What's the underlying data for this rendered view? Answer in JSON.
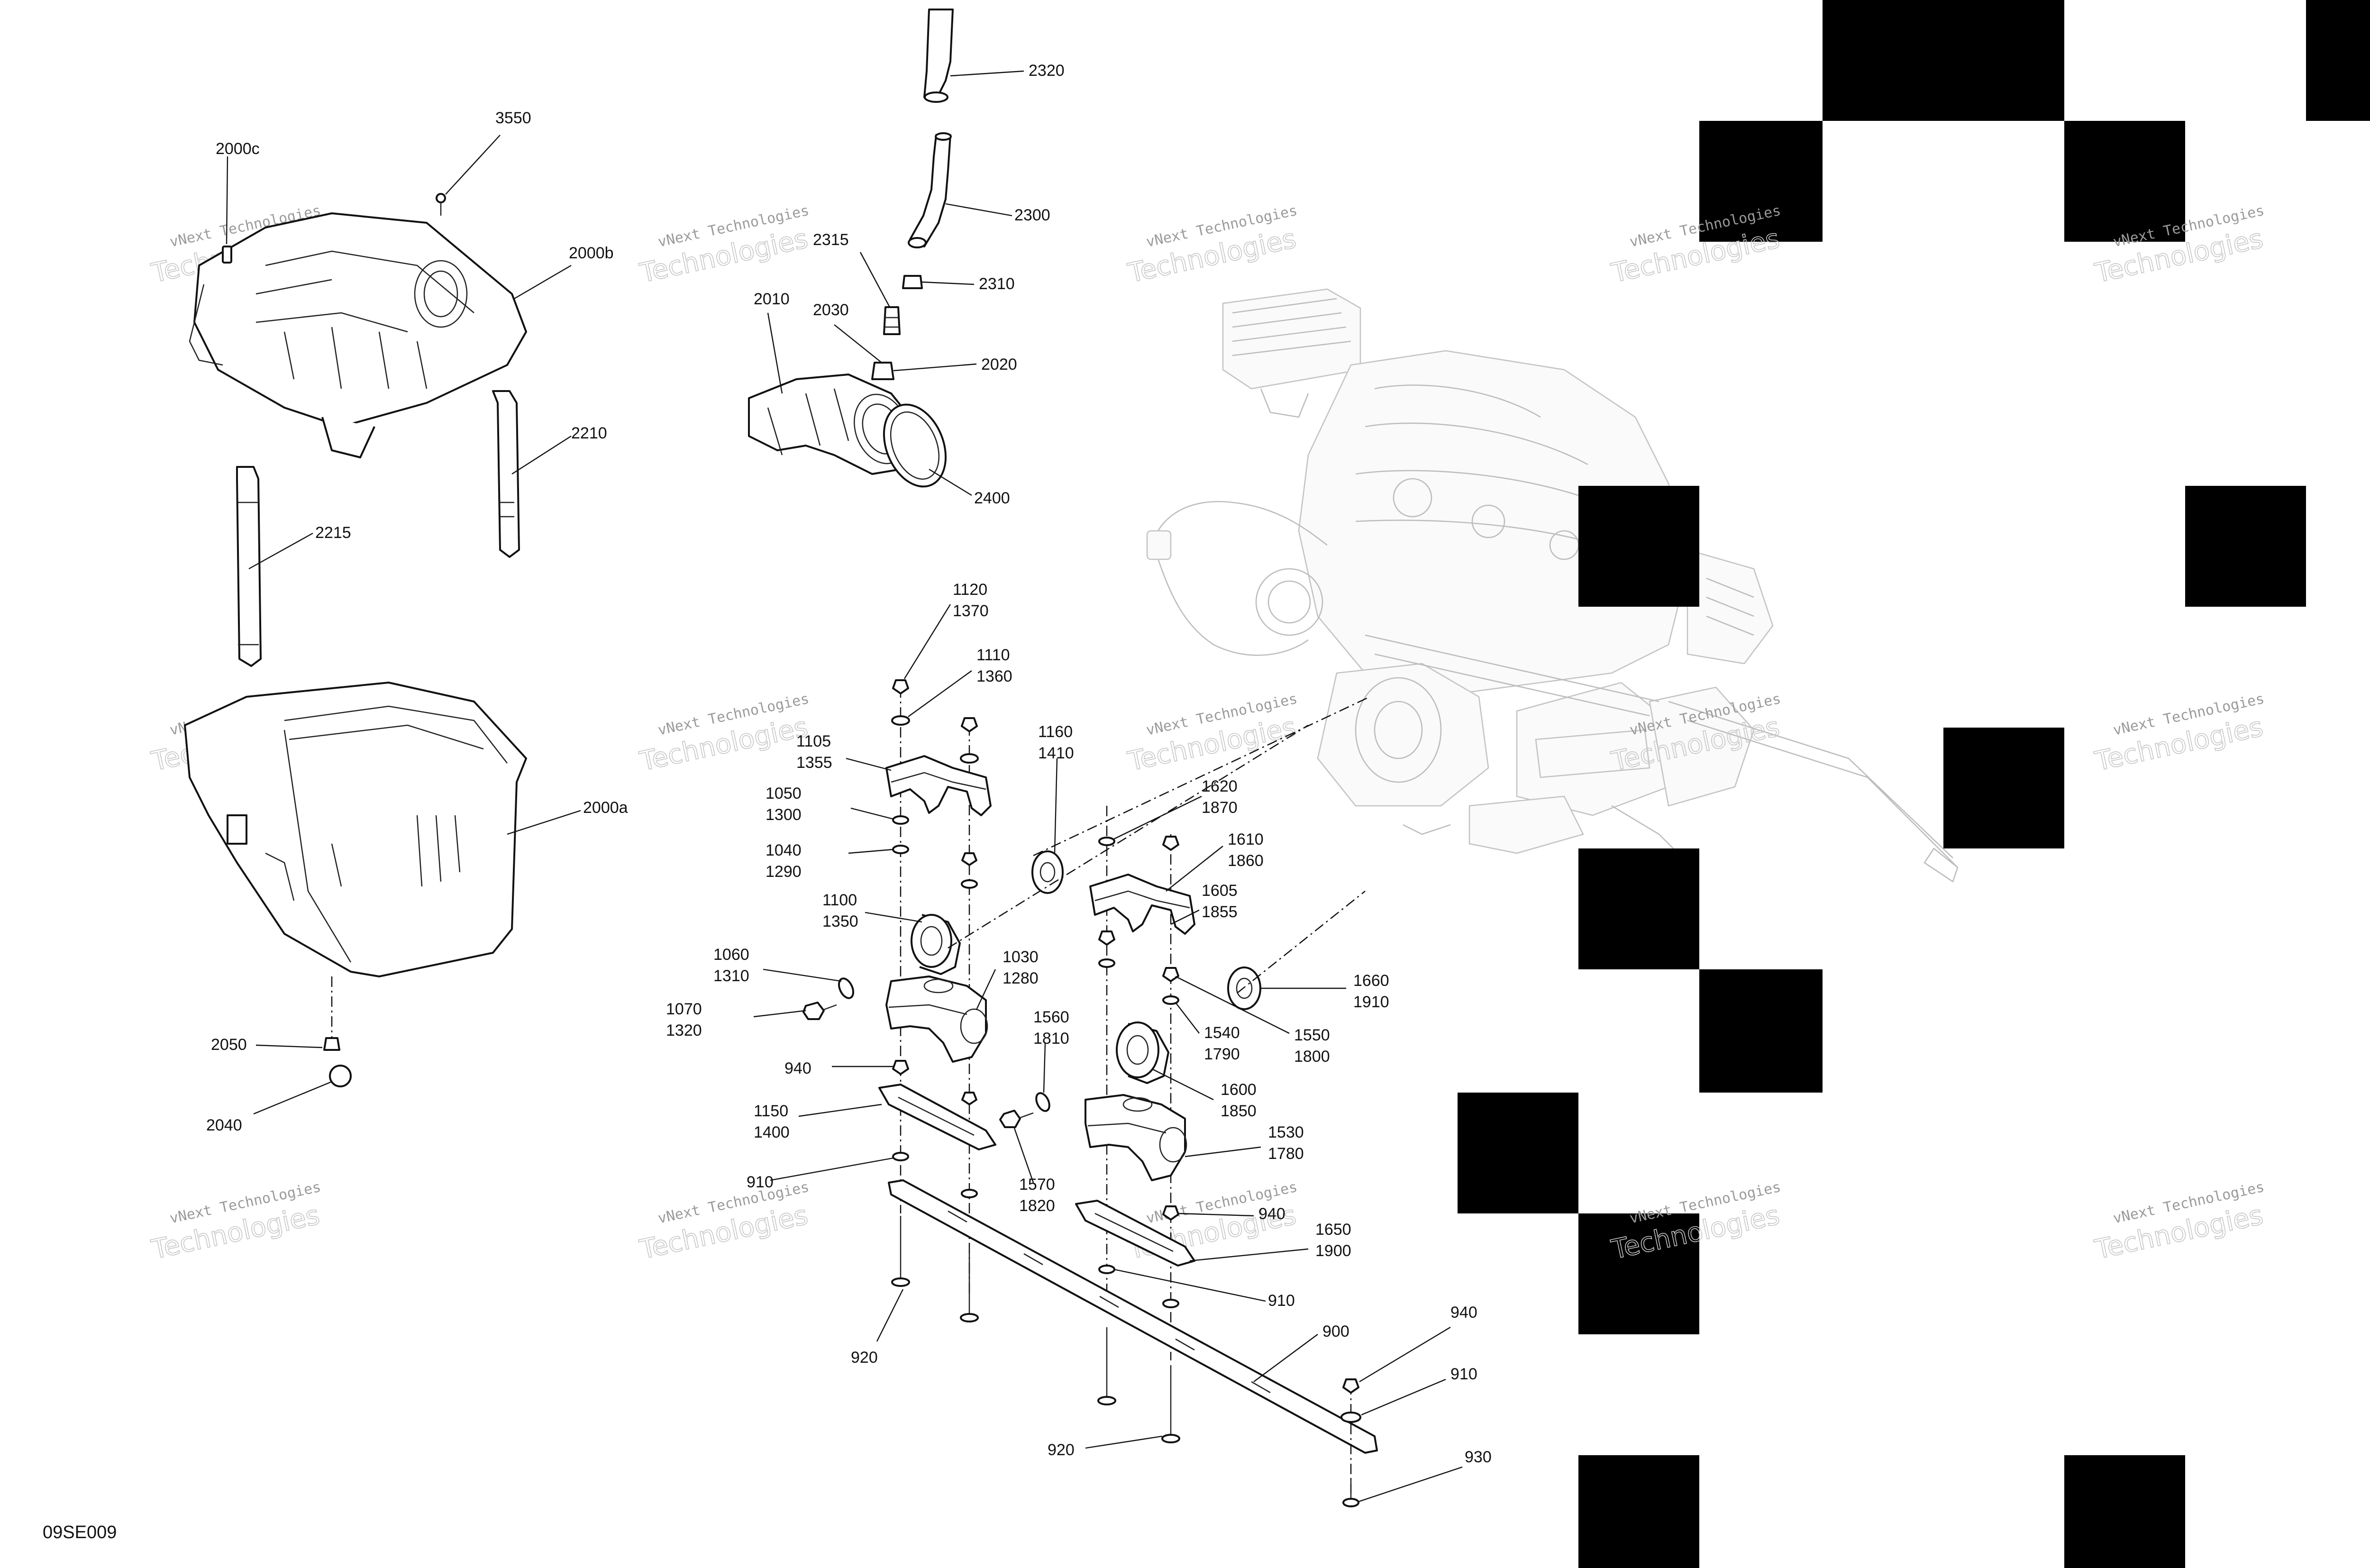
{
  "figure_id": "09SE009",
  "watermark_text": "vNext Technologies",
  "callouts": {
    "c3550": "3550",
    "c2000c": "2000c",
    "c2000b": "2000b",
    "c2210": "2210",
    "c2215": "2215",
    "c2000a": "2000a",
    "c2050": "2050",
    "c2040": "2040",
    "c2320": "2320",
    "c2300": "2300",
    "c2315": "2315",
    "c2310": "2310",
    "c2010": "2010",
    "c2030": "2030",
    "c2020": "2020",
    "c2400": "2400",
    "c1120": "1120",
    "c1370": "1370",
    "c1110": "1110",
    "c1360": "1360",
    "c1105": "1105",
    "c1355": "1355",
    "c1160": "1160",
    "c1410": "1410",
    "c1050": "1050",
    "c1300": "1300",
    "c1620": "1620",
    "c1870": "1870",
    "c1040": "1040",
    "c1290": "1290",
    "c1610": "1610",
    "c1860": "1860",
    "c1100": "1100",
    "c1350": "1350",
    "c1605": "1605",
    "c1855": "1855",
    "c1060": "1060",
    "c1310": "1310",
    "c1030": "1030",
    "c1280": "1280",
    "c1660": "1660",
    "c1910": "1910",
    "c1070": "1070",
    "c1320": "1320",
    "c1560": "1560",
    "c1810": "1810",
    "c1540": "1540",
    "c1790": "1790",
    "c1550": "1550",
    "c1800": "1800",
    "c940a": "940",
    "c1600": "1600",
    "c1850": "1850",
    "c1150": "1150",
    "c1400": "1400",
    "c1530": "1530",
    "c1780": "1780",
    "c910a": "910",
    "c1570": "1570",
    "c1820": "1820",
    "c940b": "940",
    "c1650": "1650",
    "c1900": "1900",
    "c910b": "910",
    "c920a": "920",
    "c900": "900",
    "c940c": "940",
    "c910c": "910",
    "c920b": "920",
    "c930": "930"
  }
}
